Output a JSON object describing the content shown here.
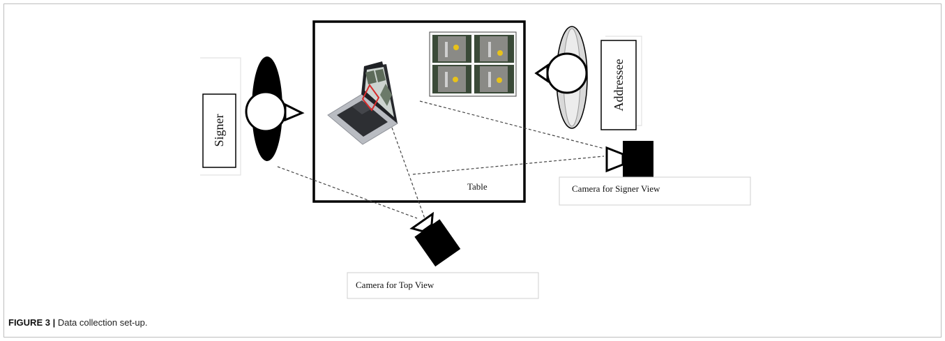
{
  "labels": {
    "signer": "Signer",
    "addressee": "Addressee",
    "table": "Table",
    "camera_signer_view": "Camera for Signer View",
    "camera_top_view": "Camera for Top View"
  },
  "caption": {
    "label": "FIGURE 3 |",
    "text": "Data collection set-up."
  },
  "icons": [
    "person-signer-icon",
    "person-addressee-icon",
    "laptop-icon",
    "monitor-grid-icon",
    "camera-icon"
  ]
}
